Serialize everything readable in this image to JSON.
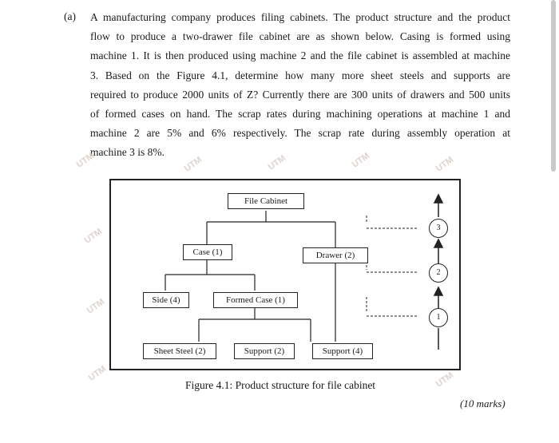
{
  "question": {
    "label": "(a)",
    "lines": [
      "A manufacturing company produces filing cabinets. The product structure and the product",
      "flow to produce a two-drawer file cabinet are as shown below. Casing is formed using",
      "machine 1. It is then produced using machine 2 and the file cabinet is assembled at machine",
      "3. Based on the Figure 4.1, determine how many more sheet steels and supports are",
      "required to produce 2000 units of Z? Currently there are 300 units of drawers and 500 units",
      "of formed cases on hand. The scrap rates during machining operations at machine 1 and",
      "machine 2 are 5% and 6% respectively. The scrap rate during assembly operation at",
      "machine 3 is 8%."
    ]
  },
  "figure": {
    "nodes": {
      "file_cabinet": "File Cabinet",
      "case": "Case (1)",
      "drawer": "Drawer (2)",
      "side": "Side (4)",
      "formed_case": "Formed Case (1)",
      "sheet_steel": "Sheet Steel (2)",
      "support_2": "Support (2)",
      "support_4": "Support (4)"
    },
    "machines": [
      "3",
      "2",
      "1"
    ],
    "caption": "Figure 4.1: Product structure for file cabinet"
  },
  "marks": "(10 marks)",
  "watermark": "UTM"
}
